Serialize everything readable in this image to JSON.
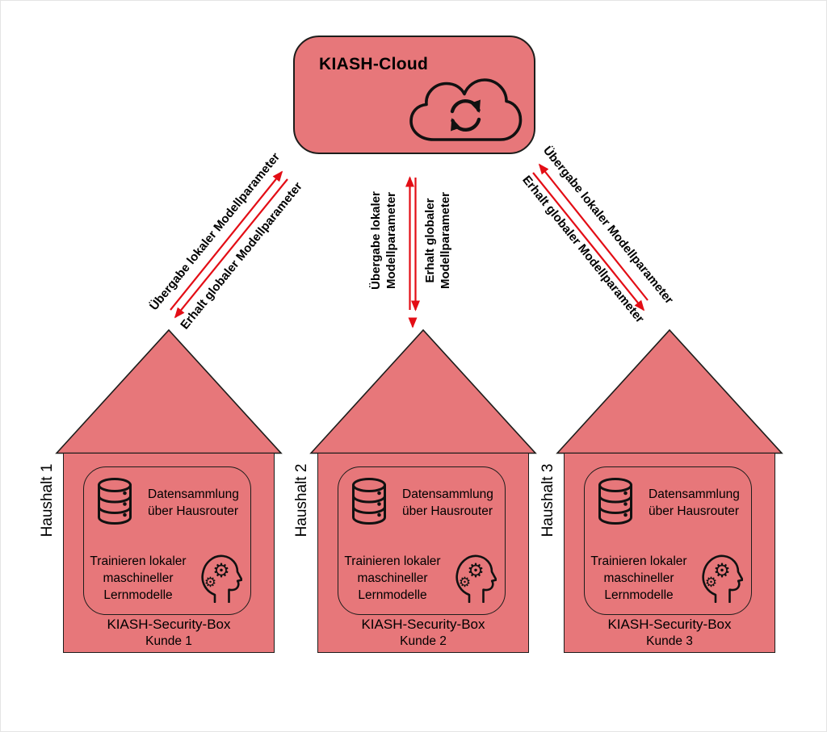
{
  "colors": {
    "node_fill": "#e7777a",
    "node_border": "#1d1d1b",
    "arrow_red": "#e30d15",
    "text": "#000000"
  },
  "cloud": {
    "title": "KIASH-Cloud"
  },
  "links": {
    "left": {
      "to_cloud": "Übergabe lokaler Modellparameter",
      "to_house": "Erhalt globaler Modellparameter"
    },
    "middle": {
      "to_cloud": [
        "Übergabe lokaler",
        "Modellparameter"
      ],
      "to_house": [
        "Erhalt globaler",
        "Modellparameter"
      ]
    },
    "right": {
      "to_cloud": "Übergabe lokaler Modellparameter",
      "to_house": "Erhalt globaler Modellparameter"
    }
  },
  "houses": [
    {
      "label": "Haushalt 1",
      "collect": [
        "Datensammlung",
        "über Hausrouter"
      ],
      "train": [
        "Trainieren lokaler",
        "maschineller",
        "Lernmodelle"
      ],
      "box_title": "KIASH-Security-Box",
      "customer": "Kunde 1"
    },
    {
      "label": "Haushalt 2",
      "collect": [
        "Datensammlung",
        "über Hausrouter"
      ],
      "train": [
        "Trainieren lokaler",
        "maschineller",
        "Lernmodelle"
      ],
      "box_title": "KIASH-Security-Box",
      "customer": "Kunde 2"
    },
    {
      "label": "Haushalt 3",
      "collect": [
        "Datensammlung",
        "über Hausrouter"
      ],
      "train": [
        "Trainieren lokaler",
        "maschineller",
        "Lernmodelle"
      ],
      "box_title": "KIASH-Security-Box",
      "customer": "Kunde 3"
    }
  ],
  "icons": {
    "cloud_sync": "cloud-sync-icon",
    "database": "database-icon",
    "ml_head": "ml-head-icon",
    "gear_glyph": "⚙"
  }
}
